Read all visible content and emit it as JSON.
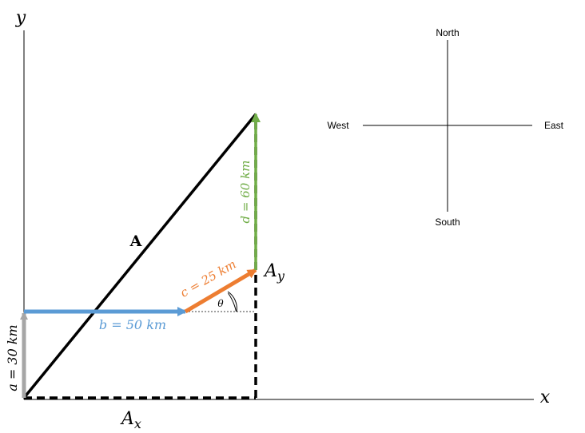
{
  "axes": {
    "x_label": "x",
    "y_label": "y"
  },
  "vectors": {
    "a": {
      "label": "a = 30 km",
      "color": "#a6a6a6"
    },
    "b": {
      "label": "b =  50 km",
      "color": "#5b9bd5"
    },
    "c": {
      "label": "c = 25 km",
      "color": "#ed7d31"
    },
    "d": {
      "label": "d = 60 km",
      "color": "#70ad47"
    },
    "resultant": {
      "label": "A",
      "color": "#000000"
    }
  },
  "components": {
    "ax_base": "A",
    "ax_sub": "x",
    "ay_base": "A",
    "ay_sub": "y"
  },
  "angle": {
    "label": "θ"
  },
  "compass": {
    "north": "North",
    "south": "South",
    "east": "East",
    "west": "West"
  }
}
